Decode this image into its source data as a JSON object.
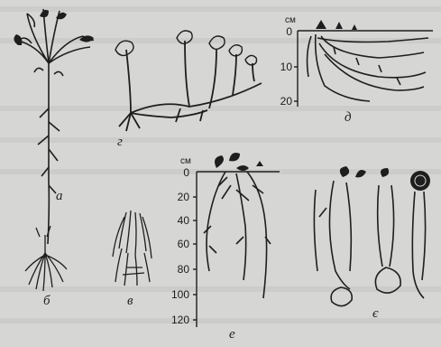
{
  "labels": {
    "a": "а",
    "b": "б",
    "v": "в",
    "g": "г",
    "d": "д",
    "e": "е",
    "ye": "є"
  },
  "scale_d": {
    "unit": "см",
    "ticks": [
      "0",
      "10",
      "20"
    ]
  },
  "scale_e": {
    "unit": "см",
    "ticks": [
      "0",
      "20",
      "40",
      "60",
      "80",
      "100",
      "120"
    ]
  },
  "colors": {
    "ink": "#1e1e1e",
    "paper": "#d6d6d4"
  }
}
